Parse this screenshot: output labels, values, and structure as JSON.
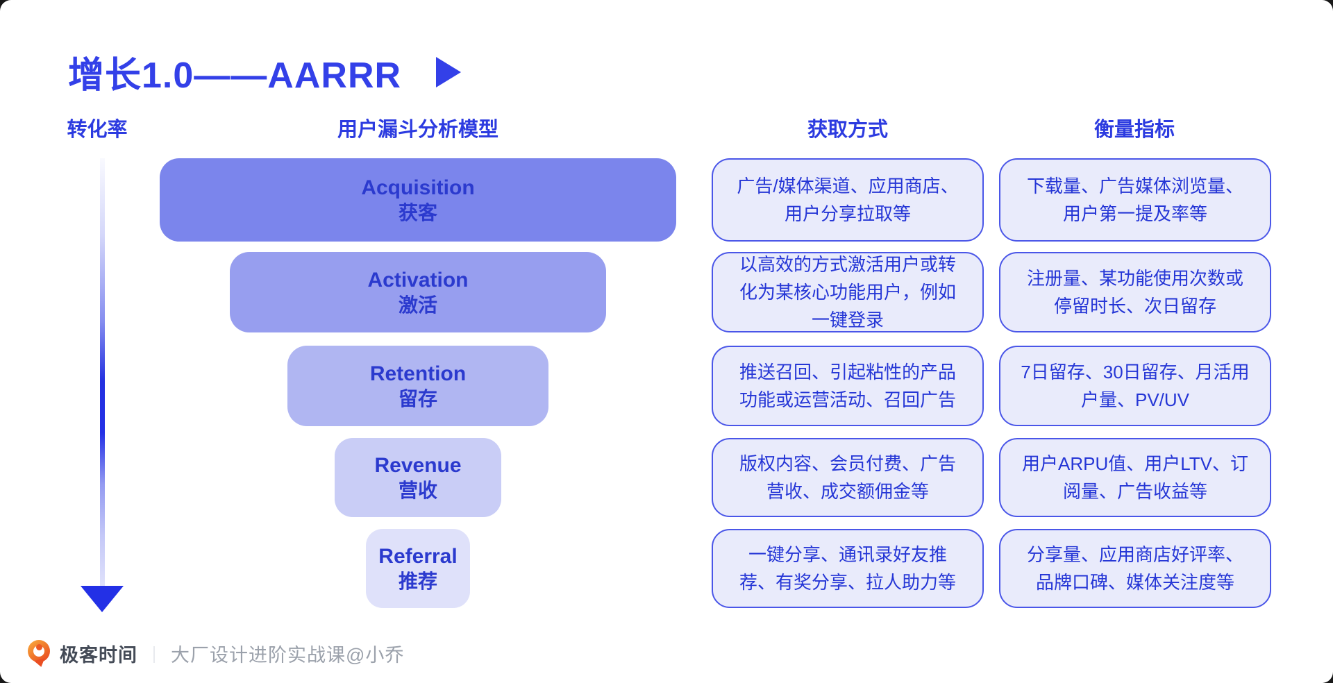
{
  "title": {
    "text": "增长1.0——AARRR"
  },
  "headers": {
    "conversion": "转化率",
    "funnel": "用户漏斗分析模型",
    "methods": "获取方式",
    "metrics": "衡量指标"
  },
  "funnel": {
    "levels": [
      {
        "en": "Acquisition",
        "zh": "获客",
        "color": "#7B85EC"
      },
      {
        "en": "Activation",
        "zh": "激活",
        "color": "#979EEF"
      },
      {
        "en": "Retention",
        "zh": "留存",
        "color": "#B0B6F2"
      },
      {
        "en": "Revenue",
        "zh": "营收",
        "color": "#C9CDF6"
      },
      {
        "en": "Referral",
        "zh": "推荐",
        "color": "#DFE1FA"
      }
    ]
  },
  "methods": {
    "items": [
      "广告/媒体渠道、应用商店、用户分享拉取等",
      "以高效的方式激活用户或转化为某核心功能用户，例如一键登录",
      "推送召回、引起粘性的产品功能或运营活动、召回广告",
      "版权内容、会员付费、广告营收、成交额佣金等",
      "一键分享、通讯录好友推荐、有奖分享、拉人助力等"
    ]
  },
  "metrics": {
    "items": [
      "下载量、广告媒体浏览量、用户第一提及率等",
      "注册量、某功能使用次数或停留时长、次日留存",
      "7日留存、30日留存、月活用户量、PV/UV",
      "用户ARPU值、用户LTV、订阅量、广告收益等",
      "分享量、应用商店好评率、品牌口碑、媒体关注度等"
    ]
  },
  "footer": {
    "brand": "极客时间",
    "divider": "｜",
    "course": "大厂设计进阶实战课@小乔"
  },
  "palette": {
    "primary_blue": "#3340E8",
    "header_blue": "#2C3BE0",
    "funnel_text_blue": "#2B3ACE",
    "box_text_blue": "#2536D6",
    "box_border_blue": "#4A56E8",
    "box_bg_lavender": "#E9EBFB",
    "arrow_blue": "#2330E6",
    "logo_orange": "#ED5A24",
    "brand_gray": "#444B57",
    "course_gray": "#9BA1AB"
  }
}
